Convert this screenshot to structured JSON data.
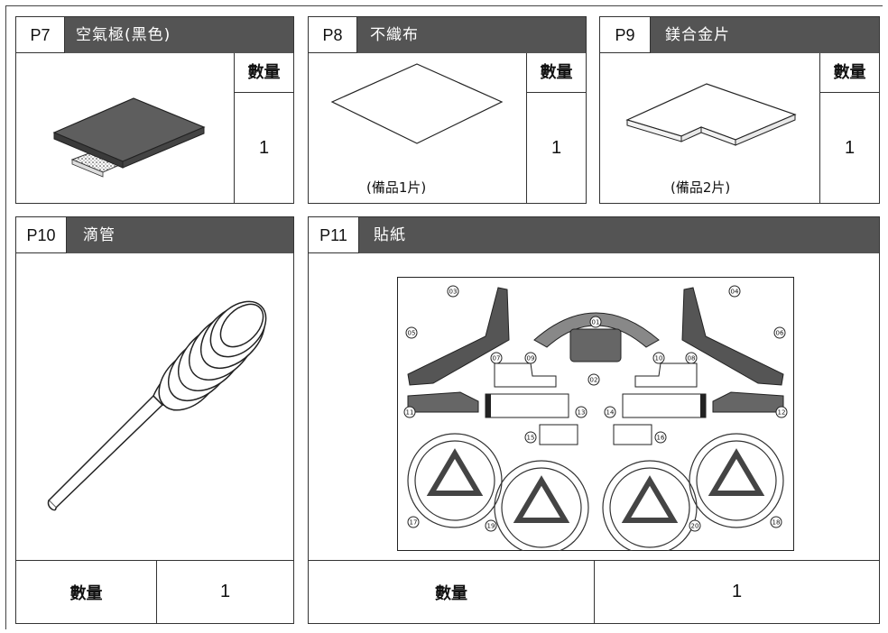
{
  "parts": {
    "p7": {
      "code": "P7",
      "name": "空氣極(黑色)",
      "qty_label": "數量",
      "qty": "1"
    },
    "p8": {
      "code": "P8",
      "name": "不織布",
      "qty_label": "數量",
      "qty": "1",
      "spare": "(備品1片)"
    },
    "p9": {
      "code": "P9",
      "name": "鎂合金片",
      "qty_label": "數量",
      "qty": "1",
      "spare": "(備品2片)"
    },
    "p10": {
      "code": "P10",
      "name": "滴管",
      "qty_label": "數量",
      "qty": "1"
    },
    "p11": {
      "code": "P11",
      "name": "貼紙",
      "qty_label": "數量",
      "qty": "1"
    }
  },
  "sticker_numbers": [
    "01",
    "02",
    "03",
    "04",
    "05",
    "06",
    "07",
    "08",
    "09",
    "10",
    "11",
    "12",
    "13",
    "14",
    "15",
    "16",
    "17",
    "18",
    "19",
    "20"
  ],
  "colors": {
    "header": "#545454",
    "border": "#333333",
    "electrode": "#5a5a5a"
  }
}
